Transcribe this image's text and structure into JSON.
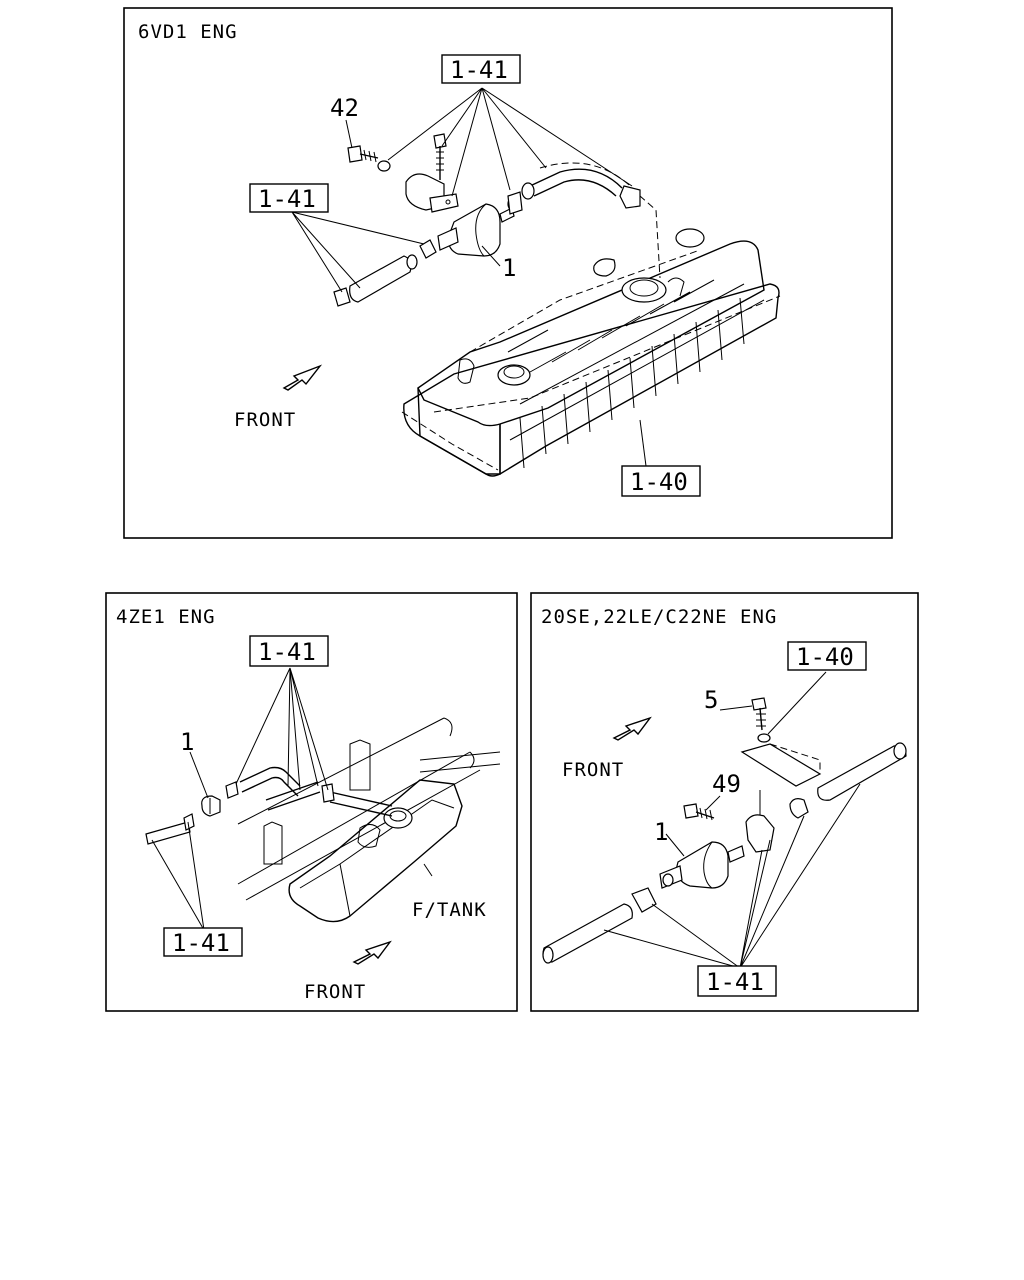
{
  "panels": {
    "top": {
      "title": "6VD1 ENG",
      "ref_hose_upper": "1-41",
      "ref_hose_left": "1-41",
      "ref_tank": "1-40",
      "callout_bolt": "42",
      "callout_filter": "1",
      "front_label": "FRONT"
    },
    "bottom_left": {
      "title": "4ZE1 ENG",
      "ref_hose_upper": "1-41",
      "ref_hose_lower": "1-41",
      "callout_filter": "1",
      "tank_label": "F/TANK",
      "front_label": "FRONT"
    },
    "bottom_right": {
      "title": "20SE,22LE/C22NE ENG",
      "ref_bracket": "1-40",
      "ref_hose": "1-41",
      "callout_bolt_top": "5",
      "callout_bolt_mid": "49",
      "callout_filter": "1",
      "front_label": "FRONT"
    }
  }
}
